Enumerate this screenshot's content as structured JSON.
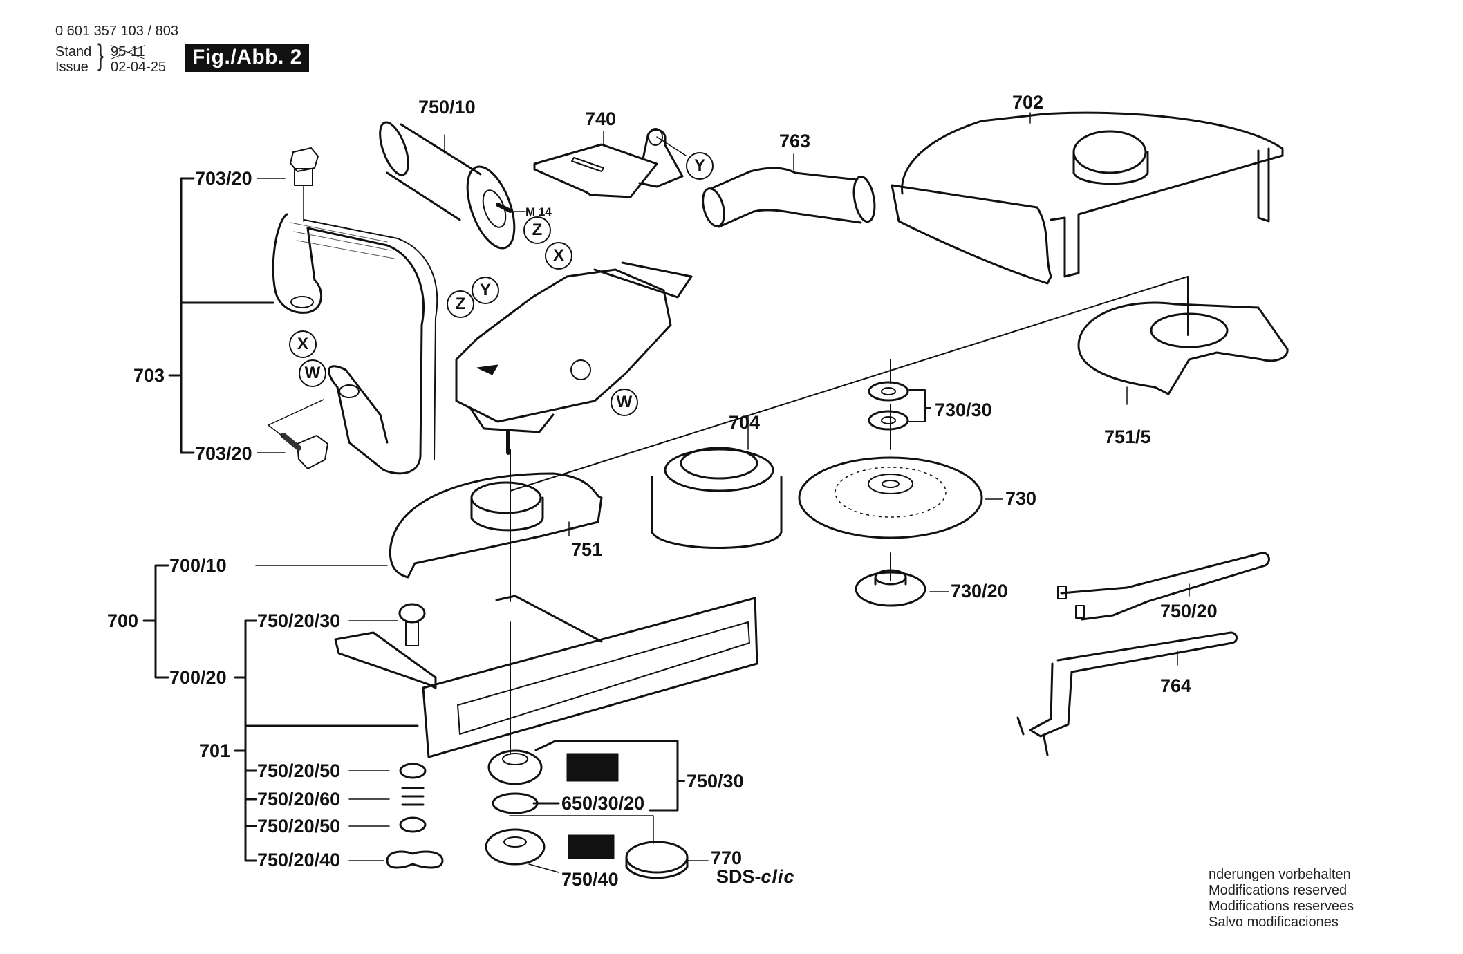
{
  "header": {
    "part_number": "0 601 357 103 / 803",
    "stand_label": "Stand",
    "issue_label": "Issue",
    "old_date": "95-11",
    "issue_date": "02-04-25",
    "figure_badge": "Fig./Abb. 2"
  },
  "labels": {
    "l_750_10": "750/10",
    "l_740": "740",
    "l_763": "763",
    "l_702": "702",
    "l_703_20_top": "703/20",
    "l_703": "703",
    "l_703_20_bottom": "703/20",
    "l_m14": "M 14",
    "l_704": "704",
    "l_730_30": "730/30",
    "l_751_5": "751/5",
    "l_730": "730",
    "l_751": "751",
    "l_700_10": "700/10",
    "l_700": "700",
    "l_750_20_30": "750/20/30",
    "l_700_20": "700/20",
    "l_730_20": "730/20",
    "l_750_20": "750/20",
    "l_764": "764",
    "l_701": "701",
    "l_750_20_50_a": "750/20/50",
    "l_750_20_60": "750/20/60",
    "l_750_20_50_b": "750/20/50",
    "l_750_20_40": "750/20/40",
    "l_750_30": "750/30",
    "l_650_30_20": "650/30/20",
    "l_770": "770",
    "l_750_40": "750/40",
    "sds_prefix": "SDS-",
    "sds_suffix": "clic"
  },
  "connection_markers": {
    "y_bracket": "Y",
    "z_handle": "Z",
    "x_top": "X",
    "z_tool": "Z",
    "y_tool": "Y",
    "x_handle": "X",
    "w_handle": "W",
    "w_tool": "W"
  },
  "footer_notes": [
    "nderungen vorbehalten",
    "Modifications reserved",
    "Modifications reservees",
    "Salvo modificaciones"
  ]
}
